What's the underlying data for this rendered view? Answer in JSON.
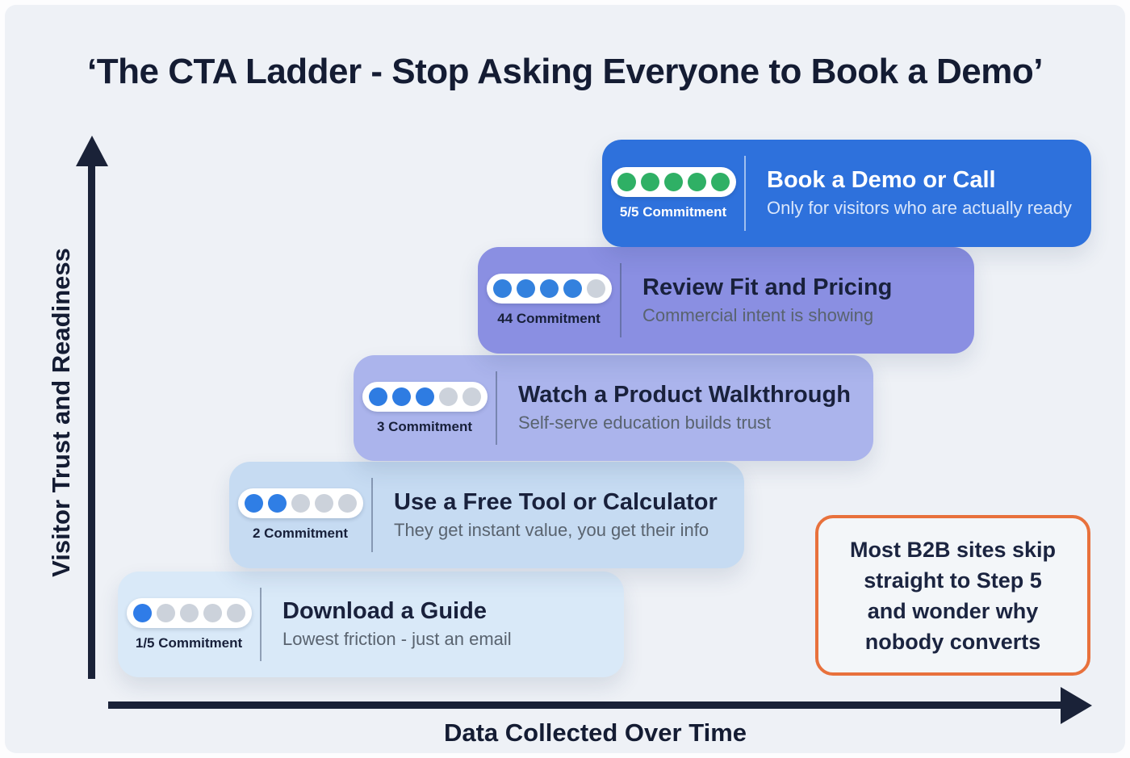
{
  "title": "‘The CTA Ladder - Stop Asking Everyone to Book a Demo’",
  "axes": {
    "y_label": "Visitor Trust and Readiness",
    "x_label": "Data Collected Over Time"
  },
  "steps": [
    {
      "commitment_label": "1/5 Commitment",
      "filled_dots": 1,
      "total_dots": 5,
      "title": "Download a Guide",
      "subtitle": "Lowest friction - just an email",
      "card_color": "#d9e9f8",
      "dot_color": "#2f7ce8",
      "text_theme": "dark"
    },
    {
      "commitment_label": "2 Commitment",
      "filled_dots": 2,
      "total_dots": 5,
      "title": "Use a Free Tool or Calculator",
      "subtitle": "They get instant value, you get their info",
      "card_color": "#c6dbf2",
      "dot_color": "#2f7ee5",
      "text_theme": "dark"
    },
    {
      "commitment_label": "3 Commitment",
      "filled_dots": 3,
      "total_dots": 5,
      "title": "Watch a Product Walkthrough",
      "subtitle": "Self-serve education builds trust",
      "card_color": "#abb4ec",
      "dot_color": "#2e7ce2",
      "text_theme": "dark"
    },
    {
      "commitment_label": "44 Commitment",
      "filled_dots": 4,
      "total_dots": 5,
      "title": "Review Fit and Pricing",
      "subtitle": "Commercial intent is showing",
      "card_color": "#8a8fe2",
      "dot_color": "#3381de",
      "text_theme": "dark"
    },
    {
      "commitment_label": "5/5 Commitment",
      "filled_dots": 5,
      "total_dots": 5,
      "title": "Book a Demo or Call",
      "subtitle": "Only for visitors who are actually ready",
      "card_color": "#2e71dc",
      "dot_color": "#2fb065",
      "text_theme": "light"
    }
  ],
  "callout": {
    "lines": [
      "Most B2B sites skip",
      "straight to Step 5",
      "and wonder why",
      "nobody converts"
    ],
    "border_color": "#e8713c"
  },
  "colors": {
    "empty_dot": "#ccd2db",
    "axis": "#1a2238",
    "title_text": "#141c33",
    "card_title_text": "#19213c",
    "subtitle_text": "#59636f",
    "background": "#eef1f6"
  }
}
